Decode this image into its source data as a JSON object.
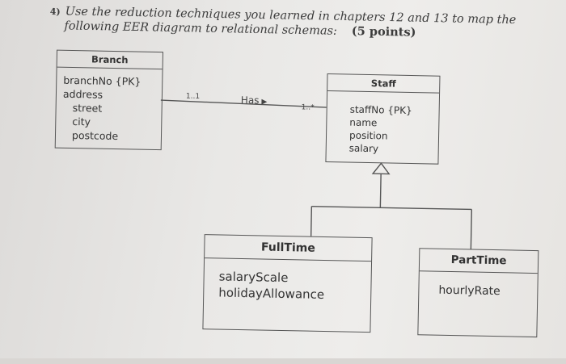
{
  "question": {
    "number": "4)",
    "line1": "Use the reduction techniques you learned in chapters 12 and 13 to map the",
    "line2": "following EER diagram to relational schemas:",
    "points": "(5 points)"
  },
  "diagram": {
    "branch": {
      "title": "Branch",
      "attributes": [
        "branchNo {PK}",
        "address",
        "street",
        "city",
        "postcode"
      ]
    },
    "staff": {
      "title": "Staff",
      "attributes": [
        "staffNo {PK}",
        "name",
        "position",
        "salary"
      ]
    },
    "fulltime": {
      "title": "FullTime",
      "attributes": [
        "salaryScale",
        "holidayAllowance"
      ]
    },
    "parttime": {
      "title": "PartTime",
      "attributes": [
        "hourlyRate"
      ]
    },
    "relationship": {
      "label": "Has",
      "arrow": "▶",
      "multiplicity_branch": "1..1",
      "multiplicity_staff": "1..*"
    }
  }
}
